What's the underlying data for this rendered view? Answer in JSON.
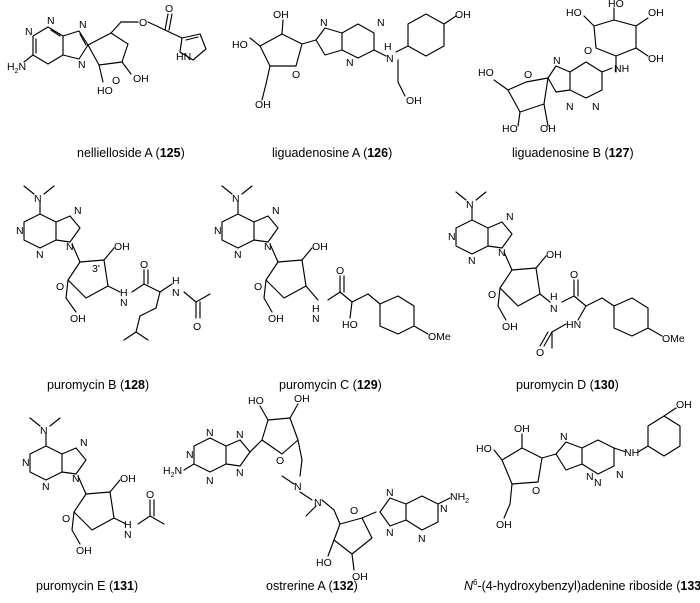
{
  "figure": {
    "compounds": [
      {
        "id": "c125",
        "name": "nellielloside A",
        "number": "125"
      },
      {
        "id": "c126",
        "name": "liguadenosine A",
        "number": "126"
      },
      {
        "id": "c127",
        "name": "liguadenosine B",
        "number": "127"
      },
      {
        "id": "c128",
        "name": "puromycin  B",
        "number": "128"
      },
      {
        "id": "c129",
        "name": "puromycin C",
        "number": "129"
      },
      {
        "id": "c130",
        "name": "puromycin  D",
        "number": "130"
      },
      {
        "id": "c131",
        "name": "puromycin E",
        "number": "131"
      },
      {
        "id": "c132",
        "name": "ostrerine A",
        "number": "132"
      },
      {
        "id": "c133",
        "name_italic": "N",
        "name_sup": "6",
        "name": "-(4-hydroxybenzyl)adenine riboside",
        "number": "133"
      }
    ],
    "atom_labels": {
      "N": "N",
      "NH": "NH",
      "HN": "HN",
      "H2N_main": "H",
      "H2N_sub": "2",
      "H2N_tail": "N",
      "NH2_head": "NH",
      "NH2_sub": "2",
      "OH": "OH",
      "HO": "HO",
      "O": "O",
      "OMe": "OMe",
      "H": "H",
      "stereo_3prime": "3'"
    }
  }
}
